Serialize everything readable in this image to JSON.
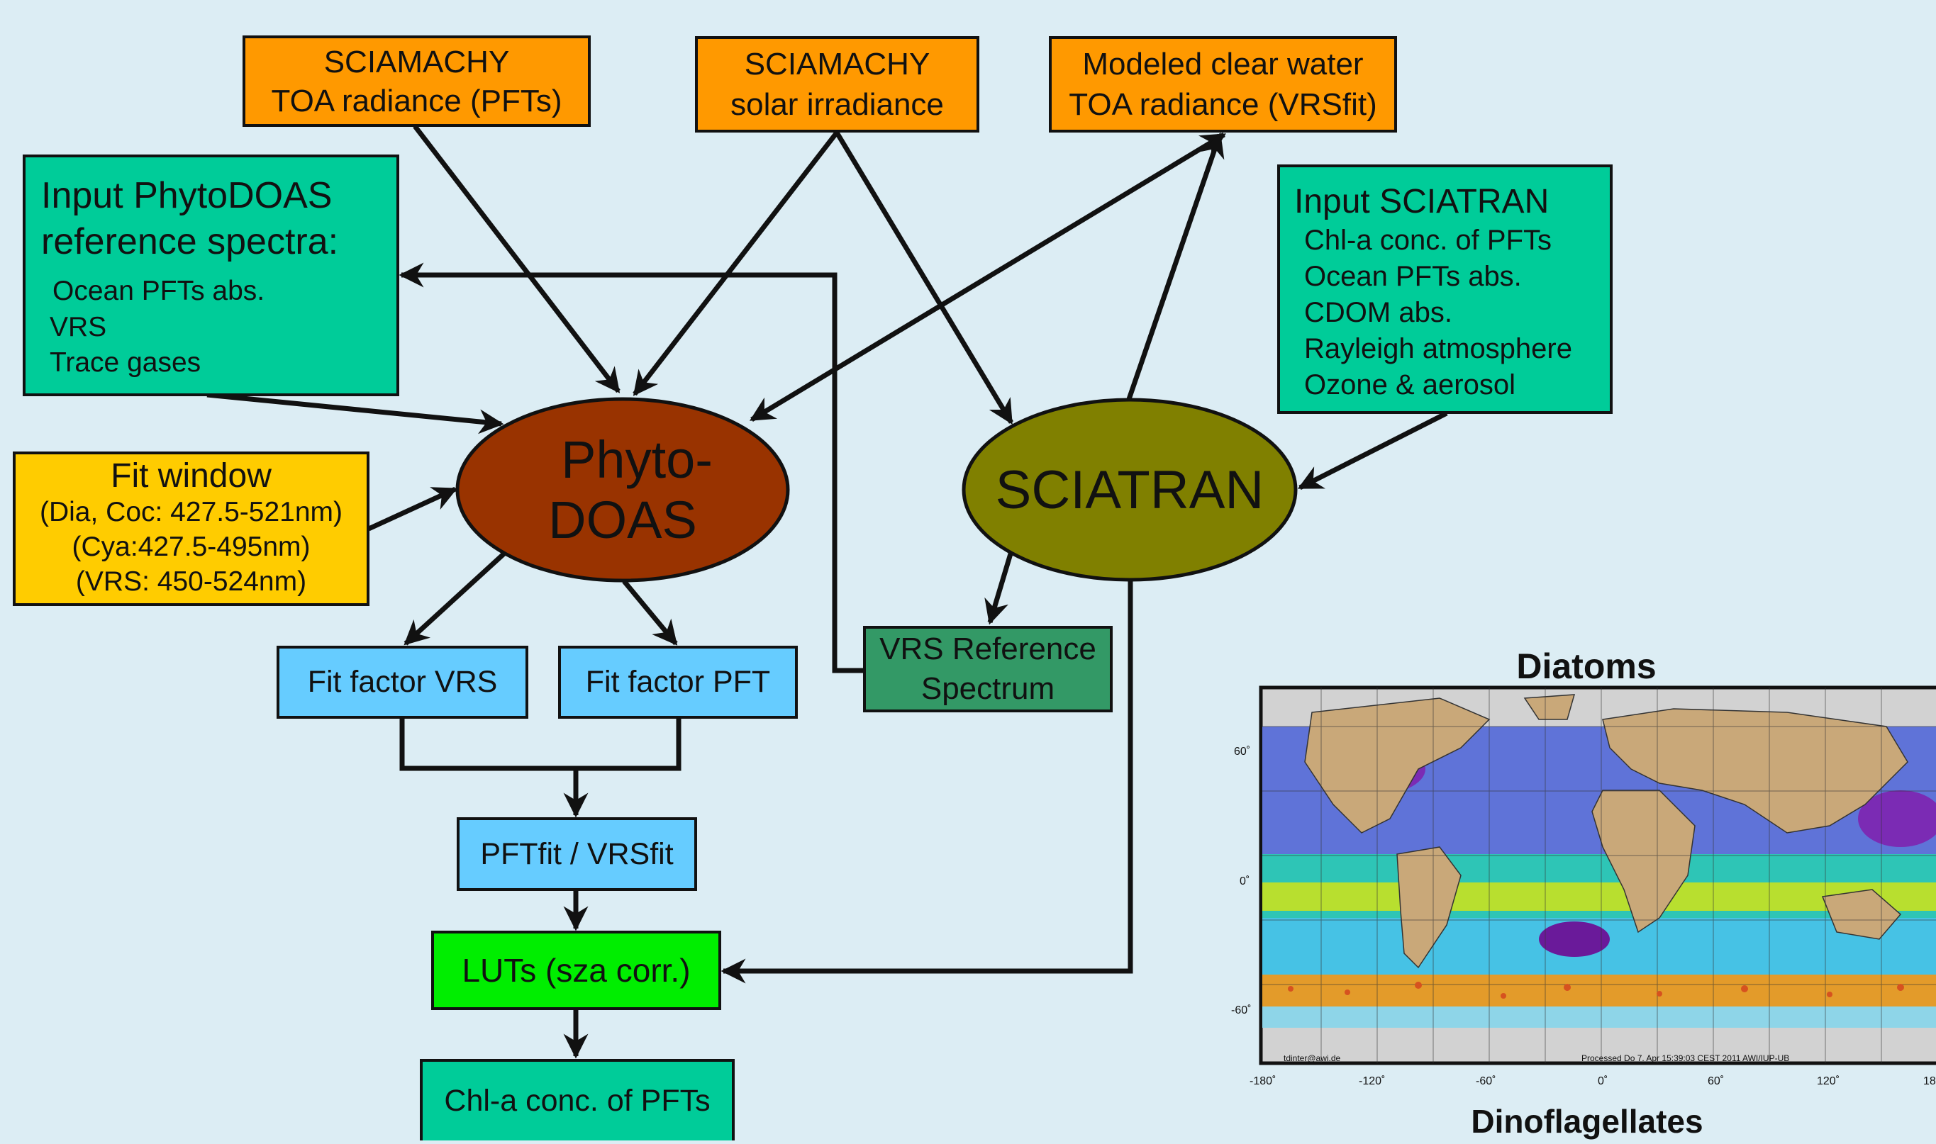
{
  "nodes": {
    "sciamachy_toa": [
      "SCIAMACHY",
      "TOA radiance (PFTs)"
    ],
    "sciamachy_solar": [
      "SCIAMACHY",
      "solar irradiance"
    ],
    "modeled_clear_water": [
      "Modeled clear water",
      "TOA radiance (VRSfit)"
    ],
    "input_phytodoas": {
      "title": [
        "Input PhytoDOAS",
        "reference spectra:"
      ],
      "items": [
        "Ocean PFTs abs.",
        "VRS",
        "Trace gases"
      ]
    },
    "input_sciatran": {
      "title": "Input SCIATRAN",
      "items": [
        "Chl-a conc. of PFTs",
        "Ocean PFTs abs.",
        "CDOM abs.",
        "Rayleigh atmosphere",
        "Ozone & aerosol"
      ]
    },
    "fit_window": [
      "Fit window",
      "(Dia, Coc: 427.5-521nm)",
      "(Cya:427.5-495nm)",
      "(VRS: 450-524nm)"
    ],
    "phytodoas": [
      "Phyto-",
      "DOAS"
    ],
    "sciatran": "SCIATRAN",
    "fit_factor_vrs": "Fit factor VRS",
    "fit_factor_pft": "Fit factor PFT",
    "vrs_reference": [
      "VRS Reference",
      "Spectrum"
    ],
    "pftfit_vrsfit": "PFTfit / VRSfit",
    "luts": "LUTs (sza corr.)",
    "chla": "Chl-a conc. of PFTs"
  },
  "map": {
    "title": "Diatoms",
    "bottom_title": "Dinoflagellates",
    "lat_ticks": [
      "60˚",
      "0˚",
      "-60˚"
    ],
    "lon_ticks": [
      "-180˚",
      "-120˚",
      "-60˚",
      "0˚",
      "60˚",
      "120˚",
      "18"
    ],
    "credit_left": "tdinter@awi.de",
    "credit_right": "Processed Do 7. Apr 15:39:03 CEST 2011 AWI/IUP-UB"
  },
  "colors": {
    "orange": "#ff9900",
    "teal": "#00cc99",
    "yellow": "#ffcc00",
    "blue": "#66ccff",
    "green": "#00ee00",
    "dark_green": "#339966",
    "phytodoas": "#993300",
    "sciatran": "#808000",
    "background": "#dcedf4"
  }
}
